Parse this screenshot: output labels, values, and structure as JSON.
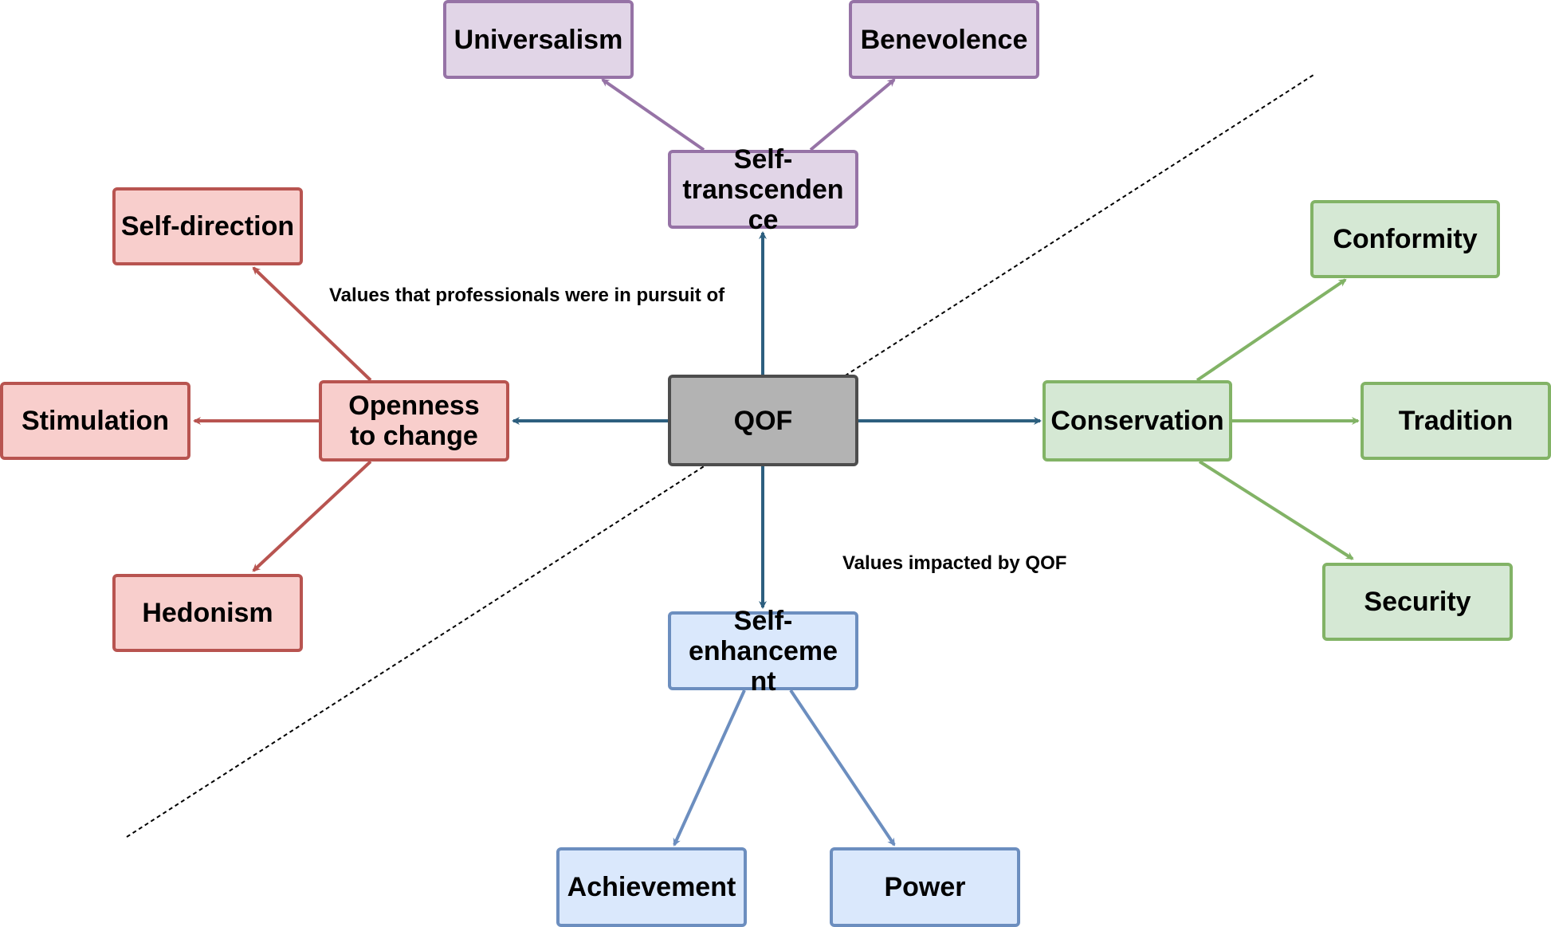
{
  "center": {
    "label": "QOF"
  },
  "categories": {
    "self_transcendence": "Self-transcendence",
    "openness_to_change": "Openness to change",
    "conservation": "Conservation",
    "self_enhancement": "Self-enhancement"
  },
  "values": {
    "universalism": "Universalism",
    "benevolence": "Benevolence",
    "self_direction": "Self-direction",
    "stimulation": "Stimulation",
    "hedonism": "Hedonism",
    "conformity": "Conformity",
    "tradition": "Tradition",
    "security": "Security",
    "achievement": "Achievement",
    "power": "Power"
  },
  "annotations": {
    "pursuit": "Values that professionals were in pursuit of",
    "impacted": "Values impacted by QOF"
  },
  "colors": {
    "core": "#2d5f7f",
    "self_transcendence": "#9673a6",
    "openness_to_change": "#b85450",
    "conservation": "#82b366",
    "self_enhancement": "#6c8ebf",
    "divider": "#000000"
  }
}
